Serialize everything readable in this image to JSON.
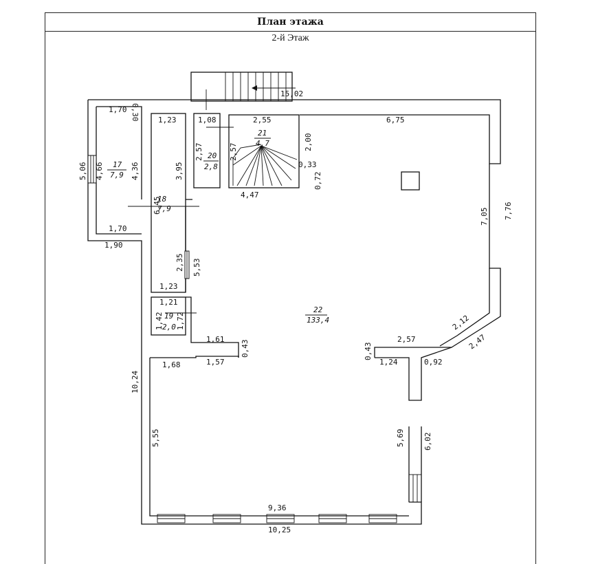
{
  "header": {
    "title": "План этажа",
    "floor": "2-й Этаж"
  },
  "rooms": [
    {
      "number": "17",
      "area": "7,9"
    },
    {
      "number": "18",
      "area": "7,9"
    },
    {
      "number": "19",
      "area": "2,0"
    },
    {
      "number": "20",
      "area": "2,8"
    },
    {
      "number": "21",
      "area": "4,7"
    },
    {
      "number": "22",
      "area": "133,4"
    }
  ],
  "dimensions": [
    "15,02",
    "1,70",
    "0,30",
    "1,23",
    "1,08",
    "2,55",
    "6,75",
    "2,57",
    "2,57",
    "2,00",
    "5,06",
    "4,66",
    "4,36",
    "3,95",
    "0,33",
    "0,72",
    "4,47",
    "6,45",
    "7,05",
    "7,76",
    "1,70",
    "1,90",
    "2,35",
    "5,53",
    "1,23",
    "1,21",
    "1,42",
    "1,72",
    "2,12",
    "2,47",
    "1,61",
    "0,43",
    "2,57",
    "0,43",
    "1,68",
    "1,57",
    "1,24",
    "0,92",
    "10,24",
    "5,55",
    "5,69",
    "6,02",
    "9,36",
    "10,25"
  ]
}
